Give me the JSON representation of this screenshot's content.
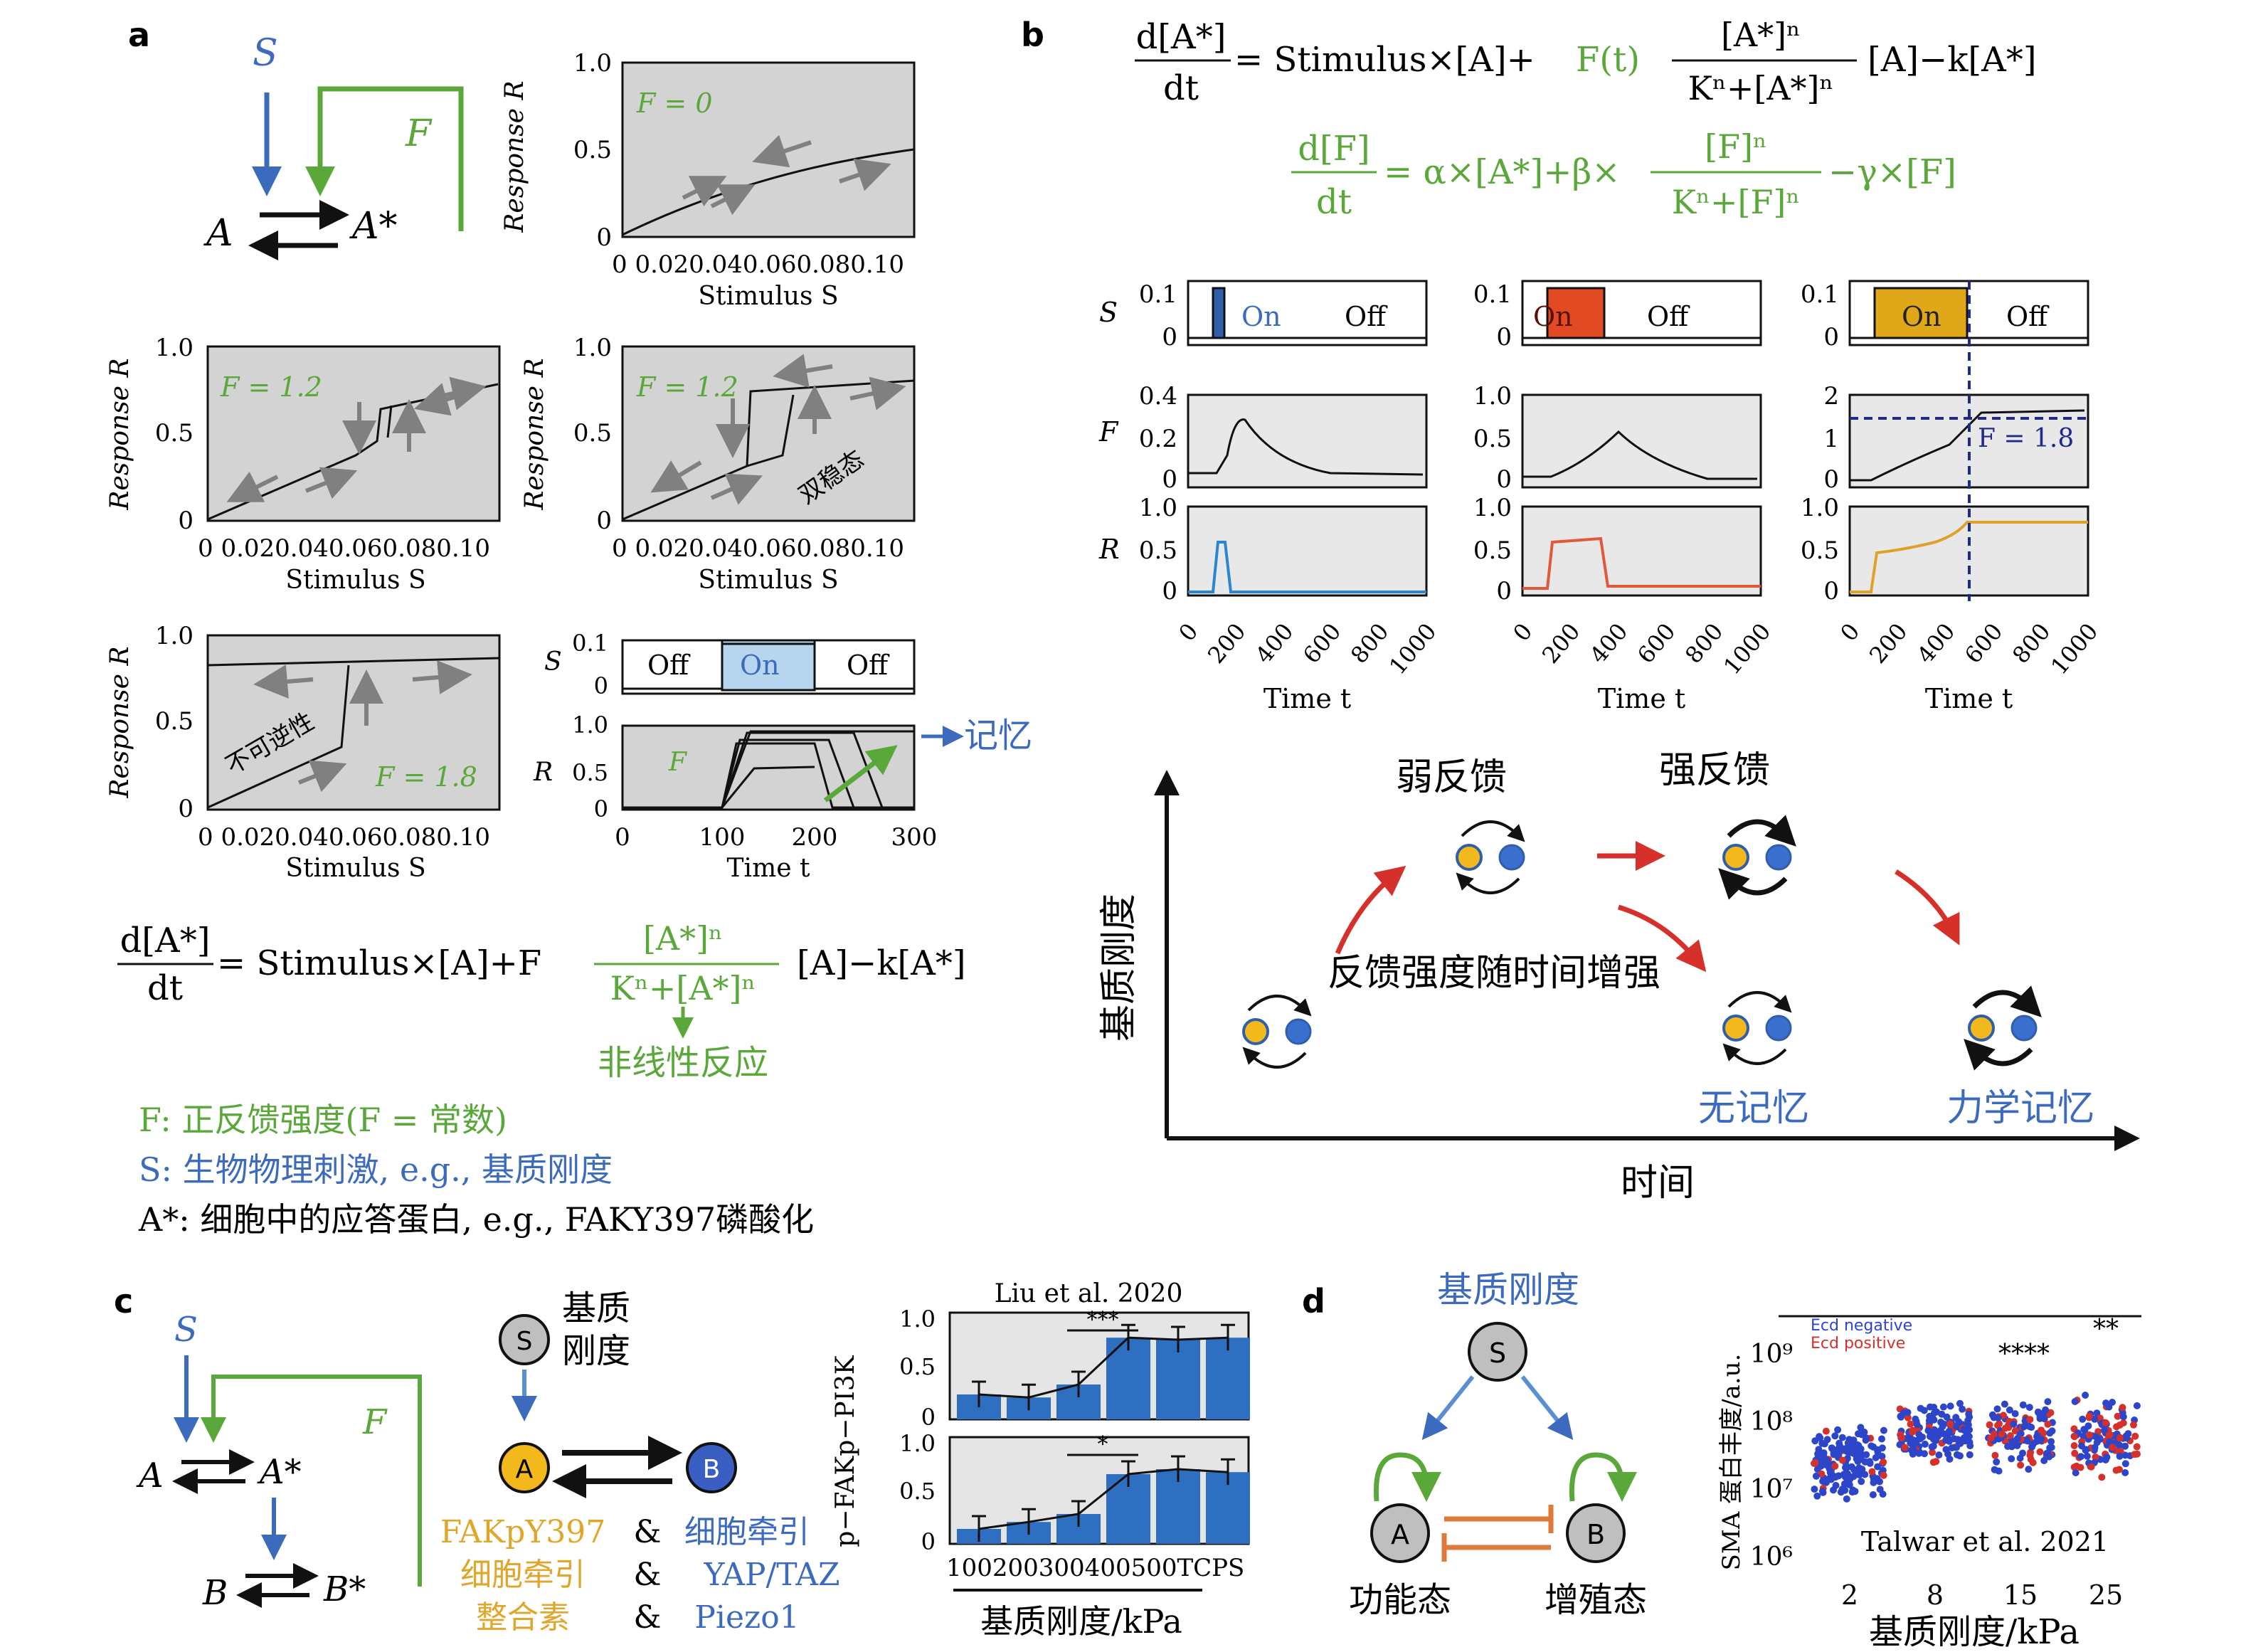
{
  "panel_labels": {
    "a": "a",
    "b": "b",
    "c": "c",
    "d": "d"
  },
  "colors": {
    "green": "#5aa83a",
    "blue": "#3c6bbd",
    "gold": "#e0a62a",
    "red": "#d6302a",
    "plot_bg": "#d3d3d3",
    "bar_blue": "#2f6fc2",
    "navy": "#1f2a8a",
    "orange": "#e07a3a"
  },
  "panel_a": {
    "S": "S",
    "F": "F",
    "A": "A",
    "Astar": "A*",
    "plot_texts": {
      "y_label": "Response R",
      "x_label": "Stimulus S",
      "y_ticks": [
        "0",
        "0.5",
        "1.0"
      ],
      "x_ticks": "0  0.020.040.060.080.10",
      "f0": "F = 0",
      "f12a": "F = 1.2",
      "f12b": "F = 1.2",
      "f18": "F = 1.8",
      "bistable": "双稳态",
      "irreversible": "不可逆性"
    },
    "time_plot": {
      "s_label": "S",
      "r_label": "R",
      "s_ticks": [
        "0",
        "0.1"
      ],
      "r_ticks": [
        "0",
        "0.5",
        "1.0"
      ],
      "x_ticks": [
        "0",
        "100",
        "200",
        "300"
      ],
      "x_label": "Time t",
      "off1": "Off",
      "on": "On",
      "off2": "Off",
      "F": "F",
      "memory": "记忆"
    },
    "equation": {
      "lhs_num": "d[A*]",
      "lhs_den": "dt",
      "rhs1": "= Stimulus×[A]+F",
      "frac_num": "[A*]ⁿ",
      "frac_den": "Kⁿ+[A*]ⁿ",
      "rhs2": "[A]−k[A*]"
    },
    "nonlinear": "非线性反应",
    "legend": {
      "F": "F: 正反馈强度(F = 常数)",
      "S": "S: 生物物理刺激, e.g., 基质刚度",
      "A": "A*: 细胞中的应答蛋白, e.g., FAKY397磷酸化"
    }
  },
  "panel_b": {
    "eq1": {
      "lhs_num": "d[A*]",
      "lhs_den": "dt",
      "mid": "= Stimulus×[A]+",
      "Ft": "F(t)",
      "frac_num": "[A*]ⁿ",
      "frac_den": "Kⁿ+[A*]ⁿ",
      "rhs": "[A]−k[A*]"
    },
    "eq2": {
      "lhs_num": "d[F]",
      "lhs_den": "dt",
      "mid": "= α×[A*]+β×",
      "frac_num": "[F]ⁿ",
      "frac_den": "Kⁿ+[F]ⁿ",
      "rhs": "−γ×[F]"
    },
    "s_label": "S",
    "f_label": "F",
    "r_label": "R",
    "on": "On",
    "off": "Off",
    "s_ticks": [
      "0",
      "0.1"
    ],
    "f_ticks1": [
      "0",
      "0.2",
      "0.4"
    ],
    "f_ticks2": [
      "0",
      "0.5",
      "1.0"
    ],
    "f_ticks3": [
      "0",
      "1",
      "2"
    ],
    "r_ticks": [
      "0",
      "0.5",
      "1.0"
    ],
    "x_ticks": [
      "0",
      "200",
      "400",
      "600",
      "800",
      "1000"
    ],
    "x_label": "Time t",
    "f18": "F = 1.8",
    "schematic": {
      "y_axis": "基质刚度",
      "x_axis": "时间",
      "weak": "弱反馈",
      "strong": "强反馈",
      "increase": "反馈强度随时间增强",
      "no_memory": "无记忆",
      "memory": "力学记忆"
    }
  },
  "panel_c": {
    "S": "S",
    "F": "F",
    "A": "A",
    "Astar": "A*",
    "B": "B",
    "Bstar": "B*",
    "node_S": "S",
    "node_A": "A",
    "node_B": "B",
    "stiffness1": "基质",
    "stiffness2": "刚度",
    "col_a": [
      "FAKpY397",
      "细胞牵引",
      "整合素"
    ],
    "amp": [
      "&",
      "&",
      "&"
    ],
    "col_b": [
      "细胞牵引",
      "YAP/TAZ",
      "Piezo1"
    ],
    "citation": "Liu et al. 2020",
    "y_label": "p−FAKp−PI3K",
    "bar_ticks": [
      "0",
      "0.5",
      "1.0"
    ],
    "x_ticks": "100200300400500TCPS",
    "x_label": "基质刚度/kPa",
    "sig_top": "***",
    "sig_bottom": "*"
  },
  "panel_d": {
    "title": "基质刚度",
    "node_S": "S",
    "node_A": "A",
    "node_B": "B",
    "func": "功能态",
    "prolif": "增殖态",
    "y_label": "SMA 蛋白丰度/a.u.",
    "y_ticks": [
      "10⁶",
      "10⁷",
      "10⁸",
      "10⁹"
    ],
    "x_ticks": [
      "2",
      "8",
      "15",
      "25"
    ],
    "x_label": "基质刚度/kPa",
    "citation": "Talwar et al. 2021",
    "legend1": "Ecd negative",
    "legend2": "Ecd positive",
    "sig1": "****",
    "sig2": "**"
  },
  "chart_data": [
    {
      "type": "bar",
      "title": "Liu et al. 2020",
      "categories": [
        "100",
        "200",
        "300",
        "400",
        "500",
        "TCPS"
      ],
      "series": [
        {
          "name": "",
          "values": [
            0.25,
            0.22,
            0.35,
            0.82,
            0.8,
            0.82
          ]
        }
      ],
      "ylabel": "p−FAK",
      "ylim": [
        0,
        1.0
      ]
    },
    {
      "type": "bar",
      "title": "",
      "categories": [
        "100",
        "200",
        "300",
        "400",
        "500",
        "TCPS"
      ],
      "series": [
        {
          "name": "",
          "values": [
            0.15,
            0.22,
            0.3,
            0.7,
            0.75,
            0.72
          ]
        }
      ],
      "ylabel": "p−PI3K",
      "xlabel": "基质刚度/kPa",
      "ylim": [
        0,
        1.0
      ]
    }
  ]
}
